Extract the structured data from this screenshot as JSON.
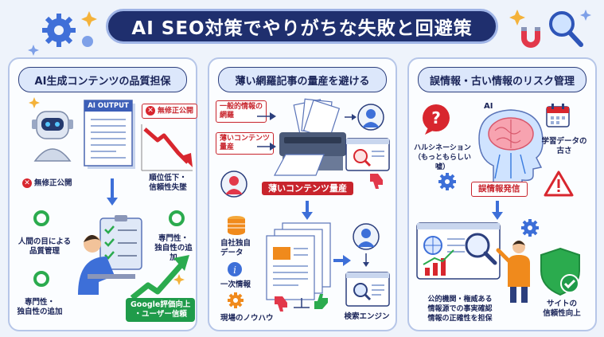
{
  "title": "AI SEO対策でやりがちな失敗と回避策",
  "panels": [
    {
      "heading": "AI生成コンテンツの品質担保",
      "doc_label": "AI OUTPUT",
      "warning_top": "無修正公開",
      "warning_left": "無修正公開",
      "drop_label": "順位低下・\n信頼性失墜",
      "human_review": "人間の目による\n品質管理",
      "expertise_right": "専門性・\n独自性の追加",
      "expertise_left": "専門性・\n独自性の追加",
      "result": "Google評価向上\n・ユーザー信頼"
    },
    {
      "heading": "薄い網羅記事の量産を避ける",
      "tag_general": "一般的情報の\n網羅",
      "tag_thin": "薄いコンテンツ\n量産",
      "banner": "薄いコンテンツ量産",
      "own_data": "自社独自\nデータ",
      "primary": "一次情報",
      "knowhow": "現場のノウハウ",
      "search_engine": "検索エンジン"
    },
    {
      "heading": "誤情報・古い情報のリスク管理",
      "ai_label": "AI",
      "hallucination": "ハルシネーション\n（もっともらしい\n嘘）",
      "training_data": "学習データの\n古さ",
      "misinfo": "誤情報発信",
      "verify": "公的機関・権威ある\n情報源での事実確認\n情報の正確性を担保",
      "site_trust": "サイトの\n信頼性向上"
    }
  ],
  "colors": {
    "navy": "#1f2f6e",
    "red": "#c8242c",
    "green": "#1f9b4a",
    "blue": "#3d7ee0",
    "orange": "#f08a1c"
  }
}
